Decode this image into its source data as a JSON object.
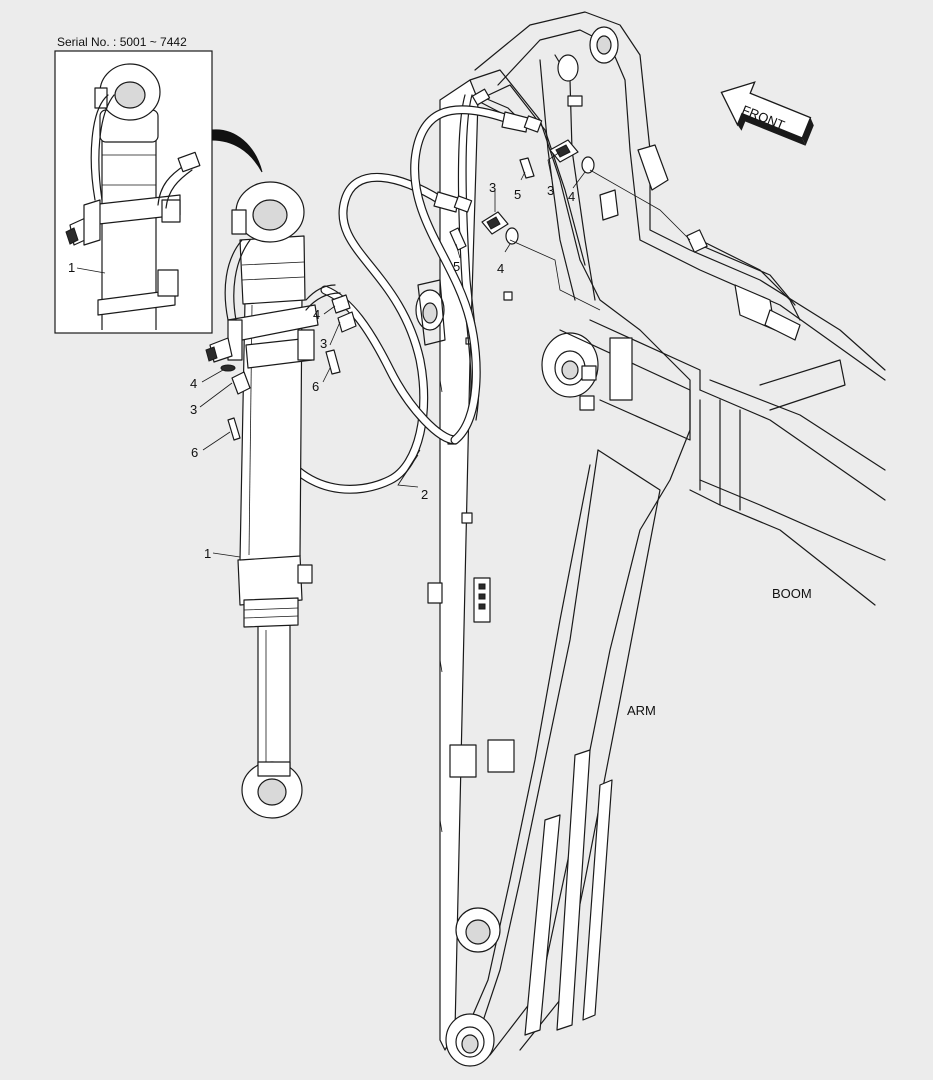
{
  "serial_label": "Serial No. : 5001 ~ 7442",
  "direction_arrow": {
    "label": "FRONT",
    "icon": "arrow-left-icon"
  },
  "region_labels": {
    "boom": "BOOM",
    "arm": "ARM"
  },
  "callouts": [
    {
      "id": "inset-1",
      "text": "1"
    },
    {
      "id": "cyl-1",
      "text": "1"
    },
    {
      "id": "hose-2",
      "text": "2"
    },
    {
      "id": "left-3",
      "text": "3"
    },
    {
      "id": "left-4",
      "text": "4"
    },
    {
      "id": "left-6a",
      "text": "6"
    },
    {
      "id": "left-6b",
      "text": "6"
    },
    {
      "id": "mid-3",
      "text": "3"
    },
    {
      "id": "mid-4",
      "text": "4"
    },
    {
      "id": "top-3a",
      "text": "3"
    },
    {
      "id": "top-3b",
      "text": "3"
    },
    {
      "id": "top-4a",
      "text": "4"
    },
    {
      "id": "top-4b",
      "text": "4"
    },
    {
      "id": "top-5a",
      "text": "5"
    },
    {
      "id": "top-5b",
      "text": "5"
    }
  ]
}
